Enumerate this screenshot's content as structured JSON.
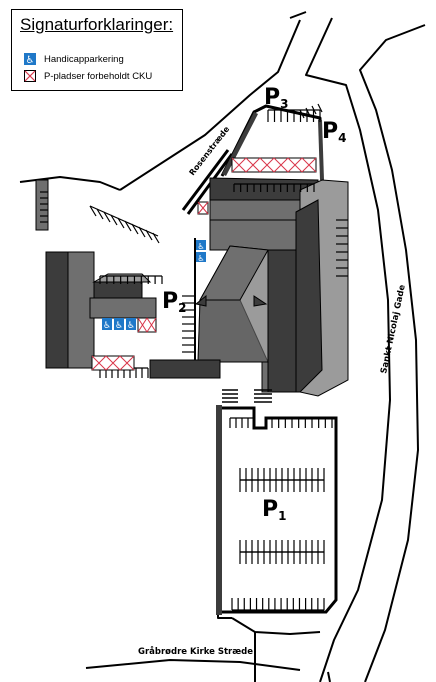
{
  "legend": {
    "title": "Signaturforklaringer:",
    "items": [
      {
        "label": "Handicapparkering",
        "icon": "wheelchair-icon",
        "color": "#1f78c8"
      },
      {
        "label": "P-pladser forbeholdt CKU",
        "icon": "reserved-x-icon",
        "color": "#d9364a"
      }
    ]
  },
  "parking": {
    "p1": {
      "letter": "P",
      "number": "1"
    },
    "p2": {
      "letter": "P",
      "number": "2"
    },
    "p3": {
      "letter": "P",
      "number": "3"
    },
    "p4": {
      "letter": "P",
      "number": "4"
    }
  },
  "streets": {
    "rosenstraede": "Rosenstræde",
    "sankt_nicolaj": "Sankt Nicolaj Gade",
    "graabroedre": "Gråbrødre Kirke Stræde"
  },
  "colors": {
    "building_dark": "#3c3c3c",
    "building_mid": "#6f6f6f",
    "building_light": "#9b9b9b",
    "handicap": "#1f78c8",
    "reserved": "#d9364a"
  }
}
